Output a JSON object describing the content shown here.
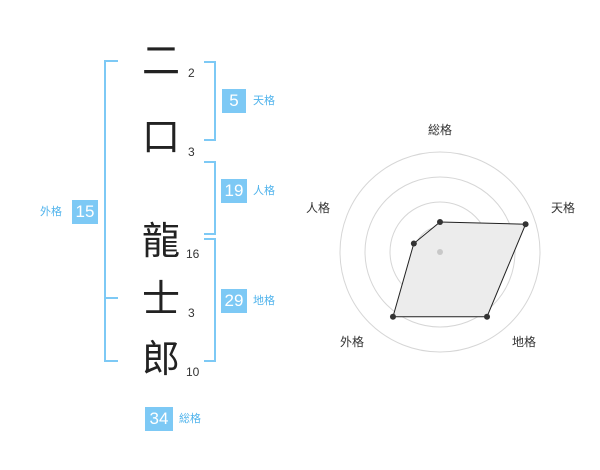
{
  "name": {
    "chars": [
      {
        "char": "二",
        "strokes": "2"
      },
      {
        "char": "口",
        "strokes": "3"
      },
      {
        "char": "龍",
        "strokes": "16"
      },
      {
        "char": "士",
        "strokes": "3"
      },
      {
        "char": "郎",
        "strokes": "10"
      }
    ]
  },
  "kakusu": {
    "tenkaku": {
      "value": "5",
      "label": "天格"
    },
    "jinkaku": {
      "value": "19",
      "label": "人格"
    },
    "chikaku": {
      "value": "29",
      "label": "地格"
    },
    "gaikaku": {
      "value": "15",
      "label": "外格"
    },
    "soukaku": {
      "value": "34",
      "label": "総格"
    }
  },
  "colors": {
    "accent": "#7dc9f5",
    "accent_text": "#4fb3ec",
    "polygon_fill": "#ececec"
  },
  "chart_data": {
    "type": "radar",
    "axes": [
      "総格",
      "天格",
      "地格",
      "外格",
      "人格"
    ],
    "rings": 4,
    "scale_max": 4,
    "values": [
      1.2,
      3.6,
      3.2,
      3.2,
      1.1
    ]
  }
}
